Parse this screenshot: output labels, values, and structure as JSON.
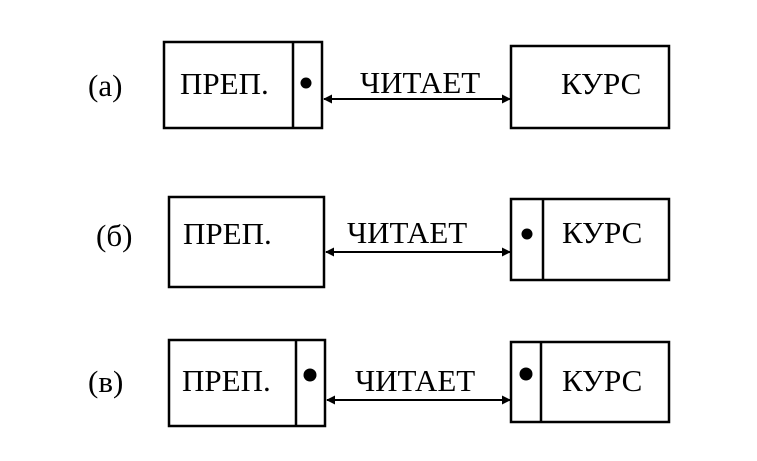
{
  "rows": [
    {
      "tag": "(а)",
      "left": "ПРЕП.",
      "relation": "ЧИТАЕТ",
      "right": "КУРС"
    },
    {
      "tag": "(б)",
      "left": "ПРЕП.",
      "relation": "ЧИТАЕТ",
      "right": "КУРС"
    },
    {
      "tag": "(в)",
      "left": "ПРЕП.",
      "relation": "ЧИТАЕТ",
      "right": "КУРС"
    }
  ]
}
